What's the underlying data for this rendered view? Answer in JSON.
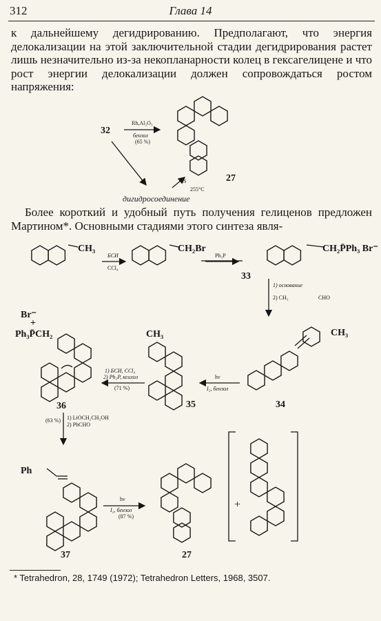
{
  "header": {
    "page_number": "312",
    "chapter": "Глава 14"
  },
  "paragraph_1": "к дальнейшему дегидрированию. Предполагают, что энергия делокализации на этой заключительной стадии дегидрирования растет лишь незначительно из-за некопланарности колец в гексагелицене и что рост энергии делокализации должен сопровождаться ростом напряжения:",
  "scheme_1": {
    "start": "32",
    "reagent_top": "Rh,Al₂O₃",
    "solvent": "бензол",
    "yield": "(65 %)",
    "intermediate": "дигидросоединение",
    "step2_top": "S",
    "step2_bottom": "255°C",
    "product": "27"
  },
  "paragraph_2": "Более короткий и удобный путь получения гелиценов предложен Мартином*. Основными стадиями этого синтеза явля-",
  "scheme_2": {
    "sm_group": "CH₃",
    "r1_top": "БСИ",
    "r1_bottom": "CCl₄",
    "bromide_group": "CH₂Br",
    "r2_top": "Ph₃P",
    "salt_group": "CH₂P̄Ph₃ Br⁻",
    "salt_label": "33",
    "r3_line1": "1) основание",
    "r3_line2": "2) CH₃",
    "r3_cho": "CHO",
    "stilbene_group": "CH₃",
    "stilbene_label": "34",
    "r4_top": "hν",
    "r4_bottom": "I₂, бензол",
    "helicene_methyl_group": "CH₃",
    "helicene_methyl_label": "35",
    "r5_line1": "1) БСИ, CCl₄",
    "r5_line2": "2) Ph₃P, ксилол",
    "r5_yield": "(71 %)",
    "phos_br": "Br⁻",
    "phos_group": "Ph₃P̄CH₂",
    "phos_plus": "+",
    "phos_label": "36",
    "r6_yield": "(63 %)",
    "r6_line1": "1) LiOCH₂CH₂OH",
    "r6_line2": "2) PhCHO",
    "ph_group": "Ph",
    "styryl_label": "37",
    "r7_top": "hν",
    "r7_bottom": "I₂, бензол",
    "r7_yield": "(87 %)",
    "final_label": "27",
    "plus": "+"
  },
  "footnote": "* Tetrahedron, 28, 1749 (1972); Tetrahedron Letters, 1968, 3507."
}
